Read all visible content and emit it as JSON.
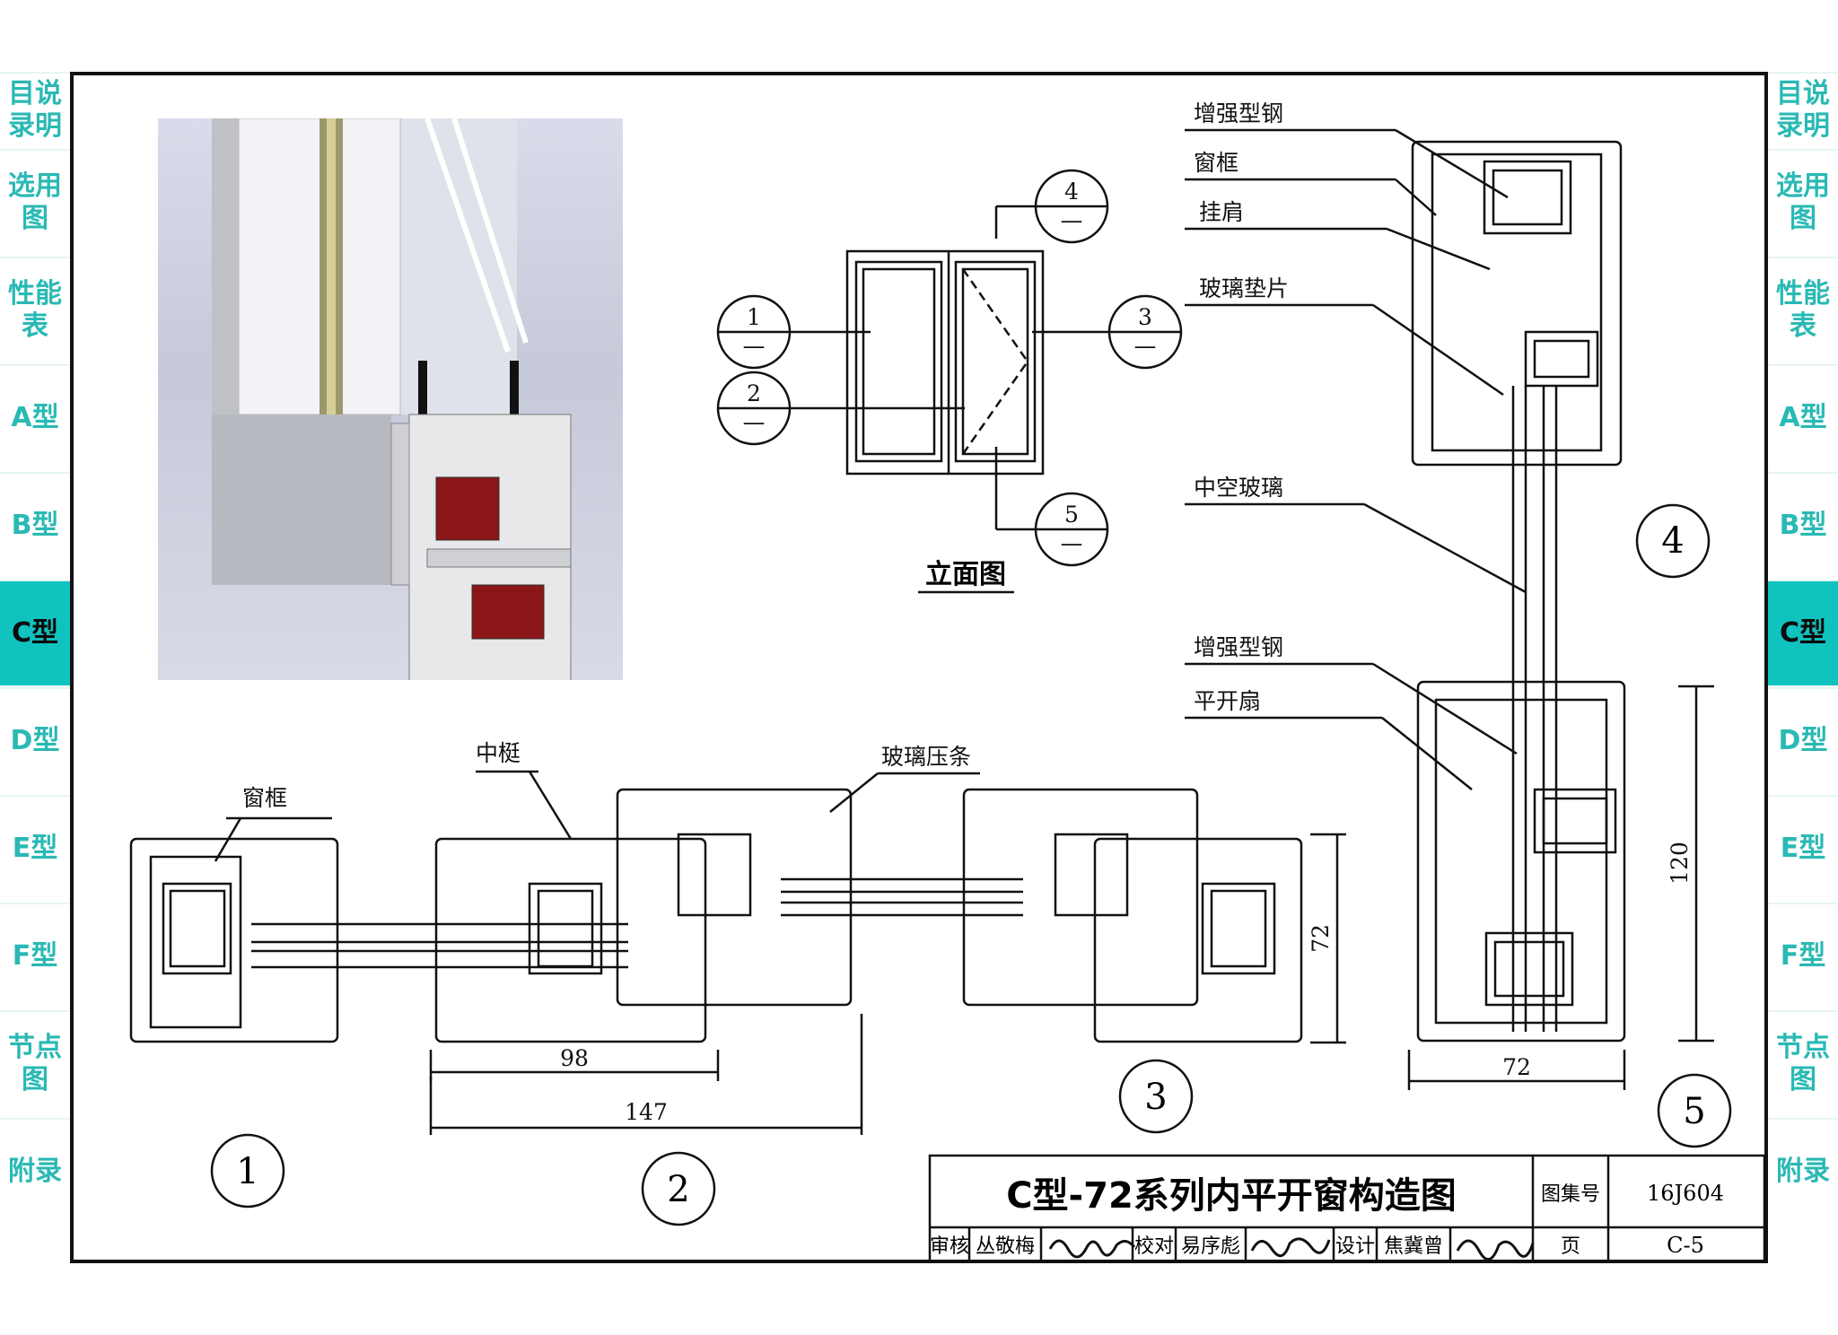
{
  "sidebar": {
    "tabs": [
      {
        "label": "目说录明"
      },
      {
        "label": "选用图"
      },
      {
        "label": "性能表"
      },
      {
        "label": "A型"
      },
      {
        "label": "B型"
      },
      {
        "label": "C型",
        "active": true
      },
      {
        "label": "D型"
      },
      {
        "label": "E型"
      },
      {
        "label": "F型"
      },
      {
        "label": "节点图"
      },
      {
        "label": "附录"
      }
    ]
  },
  "elevation": {
    "title": "立面图",
    "markers": [
      {
        "num": "1",
        "sub": "—"
      },
      {
        "num": "2",
        "sub": "—"
      },
      {
        "num": "3",
        "sub": "—"
      },
      {
        "num": "4",
        "sub": "—"
      },
      {
        "num": "5",
        "sub": "—"
      }
    ]
  },
  "right_detail": {
    "labels": [
      "增强型钢",
      "窗框",
      "挂肩",
      "玻璃垫片",
      "中空玻璃",
      "增强型钢",
      "平开扇"
    ],
    "dim_height": "120",
    "dim_width": "72",
    "detail_numbers": [
      "4",
      "5"
    ]
  },
  "bottom_detail": {
    "labels": [
      "中梃",
      "窗框",
      "玻璃压条"
    ],
    "dim_98": "98",
    "dim_147": "147",
    "dim_72": "72",
    "detail_numbers": [
      "1",
      "2",
      "3"
    ]
  },
  "title_block": {
    "title": "C型-72系列内平开窗构造图",
    "atlas_label": "图集号",
    "atlas_no": "16J604",
    "page_label": "页",
    "page_no": "C-5",
    "review_label": "审核",
    "reviewer": "丛敬梅",
    "check_label": "校对",
    "checker": "易序彪",
    "design_label": "设计",
    "designer": "焦冀曾"
  },
  "colors": {
    "accent": "#10c3be",
    "tab_text": "#2ab9b4",
    "line": "#111111"
  }
}
